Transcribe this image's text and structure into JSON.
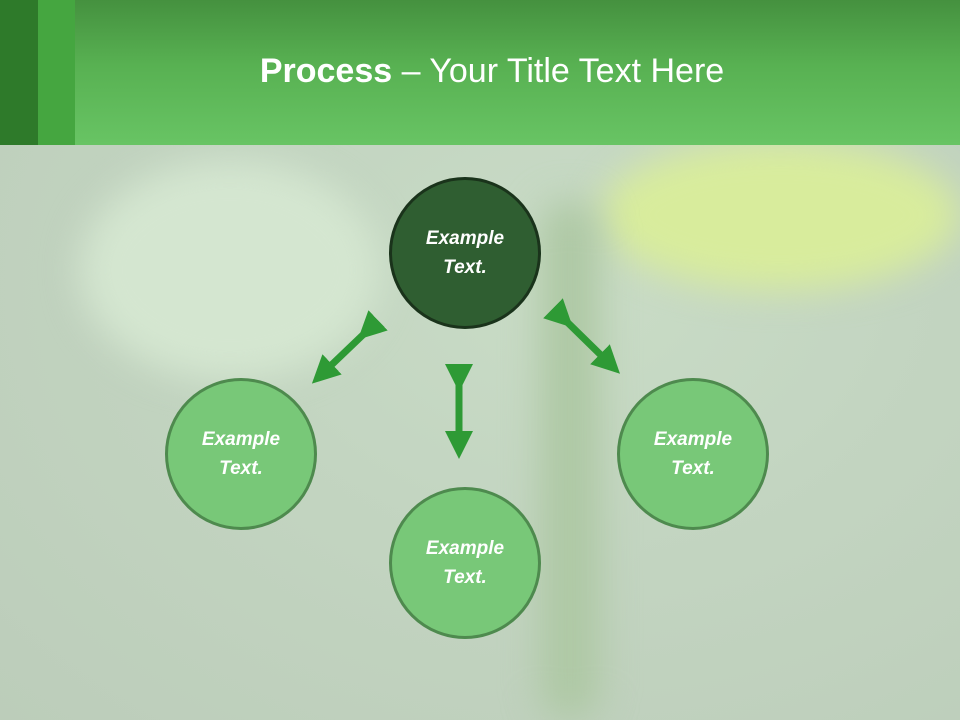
{
  "header": {
    "title_bold": "Process",
    "title_rest": " – Your Title Text Here"
  },
  "nodes": {
    "top": "Example Text.",
    "left": "Example Text.",
    "right": "Example Text.",
    "bottom": "Example Text."
  },
  "colors": {
    "header_green": "#5fbd5b",
    "node_light": "#78c878",
    "node_dark": "#2f5e31",
    "arrow": "#2e9a35"
  }
}
